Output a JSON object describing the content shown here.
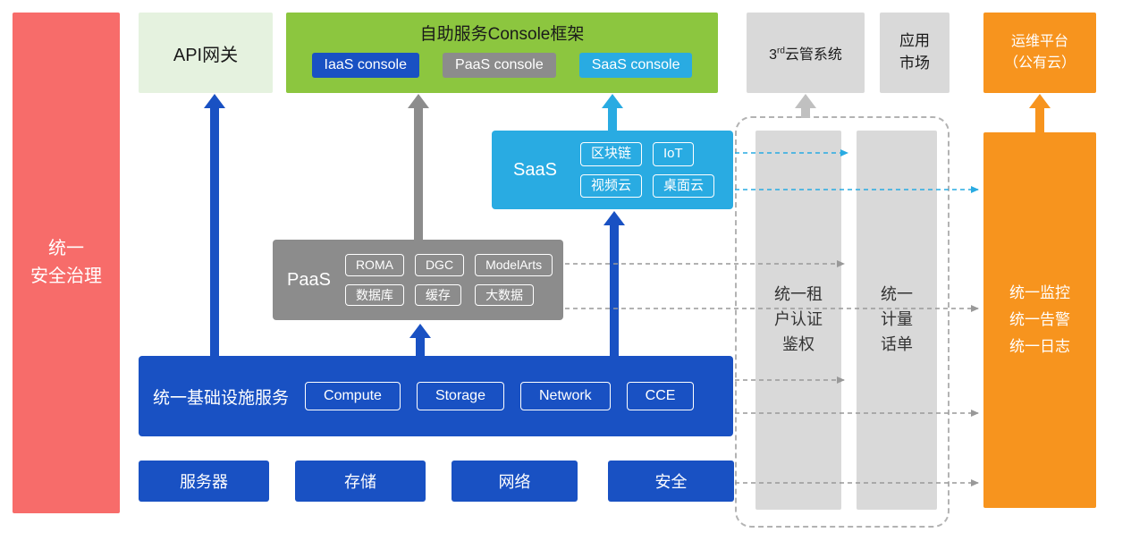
{
  "colors": {
    "red": "#F76C6A",
    "green": "#8CC63F",
    "light-green": "#E5F2DF",
    "blue": "#1951C3",
    "gray": "#8C8C8C",
    "light-gray": "#D9D9D9",
    "cyan": "#29ABE2",
    "orange": "#F7941E",
    "dash-gray": "#999999",
    "arrow-light-gray": "#C0C0C0",
    "text-dark": "#1A1A1A"
  },
  "security_bar": {
    "label": "统一\n安全治理"
  },
  "api_gateway": {
    "label": "API网关"
  },
  "console": {
    "title": "自助服务Console框架",
    "iaas_button": "IaaS console",
    "paas_button": "PaaS console",
    "saas_button": "SaaS console"
  },
  "third_party_cloud": {
    "prefix": "3",
    "sup": "rd",
    "suffix": "云管系统"
  },
  "app_market": {
    "label": "应用\n市场"
  },
  "ops_platform": {
    "label": "运维平台\n（公有云）"
  },
  "saas": {
    "label": "SaaS",
    "chips": [
      "区块链",
      "IoT",
      "视频云",
      "桌面云"
    ]
  },
  "paas": {
    "label": "PaaS",
    "chips": [
      "ROMA",
      "DGC",
      "ModelArts",
      "数据库",
      "缓存",
      "大数据"
    ]
  },
  "infrastructure": {
    "label": "统一基础设施服务",
    "chips": [
      "Compute",
      "Storage",
      "Network",
      "CCE"
    ]
  },
  "hardware": {
    "items": [
      "服务器",
      "存储",
      "网络",
      "安全"
    ]
  },
  "auth_bar": {
    "label": "统一租\n户认证\n鉴权"
  },
  "metering_bar": {
    "label": "统一\n计量\n话单"
  },
  "monitoring_bar": {
    "label": "统一监控\n统一告警\n统一日志"
  }
}
